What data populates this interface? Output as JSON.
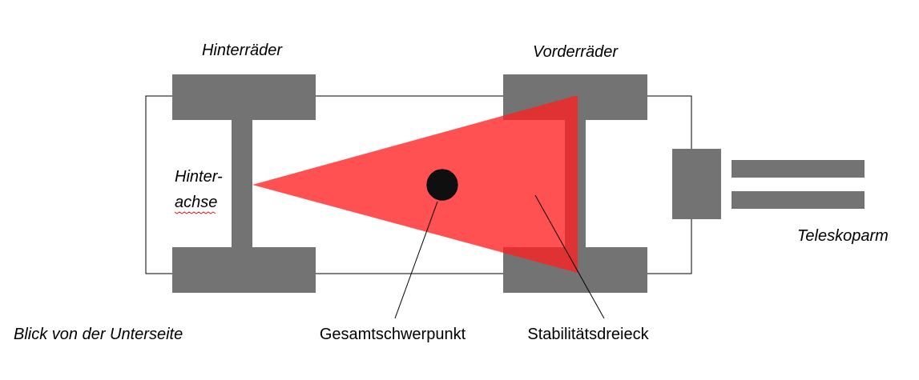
{
  "labels": {
    "rear_wheels": "Hinterräder",
    "front_wheels": "Vorderräder",
    "rear_axle_line1": "Hinter-",
    "rear_axle_line2": "achse",
    "telescopic_arm": "Teleskoparm",
    "view_note": "Blick von der Unterseite",
    "center_of_gravity": "Gesamtschwerpunkt",
    "stability_triangle": "Stabilitätsdreieck"
  },
  "colors": {
    "parts": "#737373",
    "triangle": "#ff2020",
    "triangle_opacity": 0.78,
    "frame": "#000000",
    "center_of_gravity": "#0f0f0f",
    "spellcheck_underline": "#e02020"
  }
}
